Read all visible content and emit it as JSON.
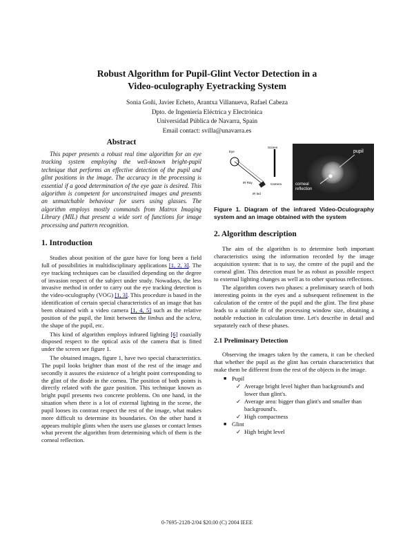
{
  "paper": {
    "title_line1": "Robust Algorithm for Pupil-Glint Vector Detection in a",
    "title_line2": "Video-oculography Eyetracking System",
    "authors": "Sonia Goñi, Javier Echeto, Arantxa Villanueva, Rafael Cabeza",
    "dept": "Dpto. de Ingeniería Eléctrica y Electrónica",
    "university": "Universidad Pública de Navarra, Spain",
    "email": "Email contact: svilla@unavarra.es"
  },
  "abstract": {
    "heading": "Abstract",
    "text": "This paper presents a robust real time algorithm for an eye tracking system employing the well-known bright-pupil technique that performs an effective detection of the pupil and glint positions in the image. The accuracy in the processing is essential if a good determination of the eye gaze is desired. This algorithm is competent for unconstrained images and presents an unmatchable behaviour for users using glasses. The algorithm employs mostly commands from Matrox Imaging Library (MIL) that present a wide sort of functions for image processing and pattern recognition."
  },
  "intro": {
    "heading": "1. Introduction",
    "p1_a": "Studies about position of the gaze have for long been a field full of possibilities in multidisciplinary applications ",
    "p1_cite": "[1, 2, 3]",
    "p1_b": ". The eye tracking techniques can be classified depending on the degree of invasion respect of the subject under study. Nowadays, the less invasive method in order to carry out the eye tracking detection is the video-oculography (VOG) ",
    "p1_cite2": "[1, 3]",
    "p1_c": ". This procedure is based in the identification of certain special characteristics of an image that has been obtained with a video camera ",
    "p1_cite3": "[1, 4, 5]",
    "p1_d": " such as the relative position of the pupil, the limit between the ",
    "p1_limbus": "limbus",
    "p1_e": " and the ",
    "p1_sclera": "sclera",
    "p1_f": ", the shape of the pupil, etc.",
    "p2_a": "This kind of algorithm employs infrared lighting ",
    "p2_cite": "[6]",
    "p2_b": " coaxially disposed respect to the optical axis of the camera that is fitted under the screen see figure 1.",
    "p3": "The obtained images, figure 1, have two special characteristics. The pupil looks brighter than most of the rest of the image and secondly it assures the existence of a bright point corresponding to the glint of the diode in the cornea. The position of both points is directly related with the gaze position. This technique known as bright pupil presents two concrete problems. On one hand, in the situation when there is a lot of external lighting in the scene, the pupil looses its contrast respect the rest of the image, what makes more difficult to determine its boundaries. On the other hand it appears multiple glints when the users use glasses or contact lenses what prevent the algorithm from determining which of them is the corneal reflection."
  },
  "figure": {
    "label_eye": "Eye",
    "label_screen": "Screen",
    "label_irray": "IR Ray",
    "label_camera": "Camera",
    "label_irled": "IR led",
    "label_pupil": "pupil",
    "label_corneal1": "corneal",
    "label_corneal2": "reflection",
    "caption": "Figure 1. Diagram of the infrared Video-Oculography system and an image obtained with the system"
  },
  "algorithm": {
    "heading": "2. Algorithm description",
    "p1": "The aim of the algorithm is to determine both important characteristics using the information recorded by the image acquisition system: that is to say, the centre of the pupil and the corneal glint. This detection must be as robust as possible respect to external lighting changes as well as to other spurious reflections.",
    "p2": "The algorithm covers two phases: a preliminary search of both interesting points in the eyes and a subsequent refinement in the calculation of the centre of the pupil and the glint. The first phase leads to a suitable fit of the processing window size, obtaining a notable reduction in calculation time. Let's describe in detail and separately each of these phases."
  },
  "preliminary": {
    "heading": "2.1 Preliminary Detection",
    "p1": "Observing the images taken by the camera, it can be checked that whether the pupil as the glint has certain characteristics that make them be different from the rest of the objects in the image.",
    "pupil_label": "Pupil",
    "pupil_items": [
      "Average bright level higher than background's and lower than glint's.",
      "Average area: bigger than glint's and smaller than background's.",
      "High compactness"
    ],
    "glint_label": "Glint",
    "glint_items": [
      "High bright level"
    ]
  },
  "footer": "0-7695-2128-2/04 $20.00 (C) 2004 IEEE"
}
